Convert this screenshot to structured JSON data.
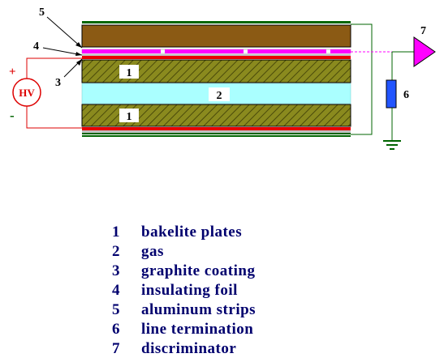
{
  "diagram": {
    "hv_label": "HV",
    "hv_plus": "+",
    "hv_minus": "-",
    "plate_labels": [
      "1",
      "1"
    ],
    "gas_label": "2",
    "pointer_labels": {
      "graphite": "3",
      "foil": "4",
      "strips": "5"
    },
    "termination_label": "6",
    "discriminator_label": "7"
  },
  "legend": [
    {
      "num": "1",
      "text": "bakelite plates"
    },
    {
      "num": "2",
      "text": "gas"
    },
    {
      "num": "3",
      "text": "graphite coating"
    },
    {
      "num": "4",
      "text": "insulating foil"
    },
    {
      "num": "5",
      "text": "aluminum strips"
    },
    {
      "num": "6",
      "text": "line termination"
    },
    {
      "num": "7",
      "text": "discriminator"
    }
  ],
  "colors": {
    "bakelite": "#8b5a14",
    "bakelite_hatch": "#6b6b16",
    "gas": "#aaffff",
    "graphite": "#e80000",
    "strip": "#ff00ff",
    "ground_plane": "#006400",
    "termination": "#2255ff",
    "wire": "#006400",
    "hv": "#dd0000"
  }
}
